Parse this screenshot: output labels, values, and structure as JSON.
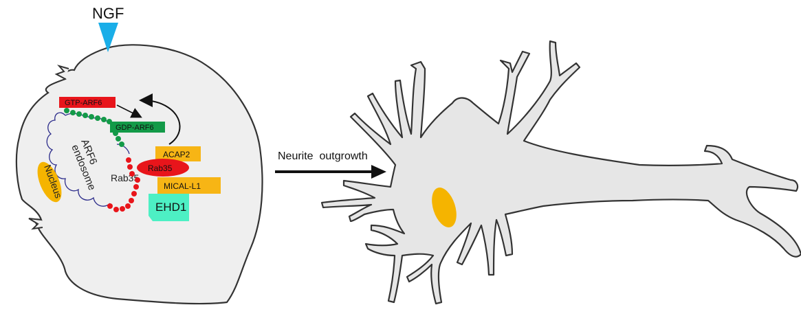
{
  "stimulus": {
    "label": "NGF",
    "color": "#1aaee8"
  },
  "cell_left": {
    "fill": "#efefef",
    "outline": "#333333",
    "endosome_label_line1": "ARF6",
    "endosome_label_line2": "endosome",
    "nucleus_label": "Nucleus",
    "nucleus_color": "#f5b400"
  },
  "proteins": {
    "gtp_arf6": {
      "label": "GTP-ARF6",
      "color": "#e8151b"
    },
    "gdp_arf6": {
      "label": "GDP-ARF6",
      "color": "#139a48"
    },
    "acap2": {
      "label": "ACAP2",
      "color": "#f7b515"
    },
    "rab35_active": {
      "label": "Rab35",
      "color": "#e8151b"
    },
    "rab35_inactive": {
      "label": "Rab35"
    },
    "mical_l1": {
      "label": "MICAL-L1",
      "color": "#f7b515"
    },
    "ehd1": {
      "label": "EHD1",
      "color": "#4df0c4"
    }
  },
  "process": {
    "label": "Neurite  outgrowth"
  },
  "neuron": {
    "fill": "#e6e6e6",
    "nucleus_color": "#f5b400"
  }
}
